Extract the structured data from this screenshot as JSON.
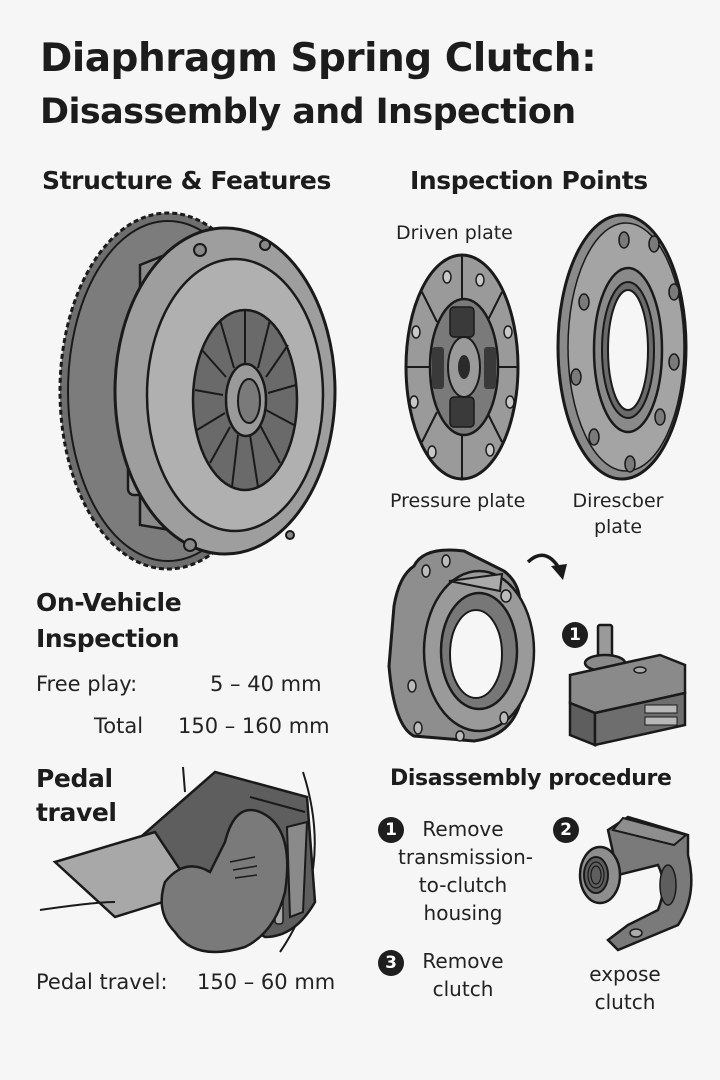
{
  "title": {
    "line1": "Diaphragm Spring Clutch:",
    "line2": "Disassembly and Inspection"
  },
  "sections": {
    "structure": {
      "heading": "Structure & Features",
      "illustration": "clutch-flywheel-assembly-icon"
    },
    "inspection_points": {
      "heading": "Inspection Points",
      "labels": {
        "driven_plate": "Driven plate",
        "pressure_plate": "Pressure plate",
        "third_plate_line1": "Direscber",
        "third_plate_line2": "plate"
      },
      "illustrations": [
        "driven-plate-disc-icon",
        "flange-plate-ring-icon",
        "clutch-housing-icon",
        "release-actuator-icon",
        "rotate-arrow-icon"
      ],
      "housing_badge": "1"
    },
    "on_vehicle": {
      "heading_line1": "On-Vehicle",
      "heading_line2": "Inspection",
      "specs": [
        {
          "label": "Free play:",
          "value": "5 – 40 mm"
        },
        {
          "label": "Total",
          "value": "150 – 160 mm"
        }
      ]
    },
    "pedal": {
      "heading_line1": "Pedal",
      "heading_line2": "travel",
      "spec_label": "Pedal travel:",
      "spec_value": "150 – 60 mm",
      "illustration": "foot-on-pedal-icon"
    },
    "disassembly": {
      "heading": "Disassembly procedure",
      "steps": [
        {
          "number": "1",
          "lines": [
            "Remove",
            "transmission-",
            "to-clutch",
            "housing"
          ]
        },
        {
          "number": "2",
          "lines": [
            "expose",
            "clutch"
          ]
        },
        {
          "number": "3",
          "lines": [
            "Remove",
            "clutch"
          ]
        }
      ],
      "illustration": "release-fork-bearing-icon"
    }
  },
  "colors": {
    "background": "#f6f6f6",
    "text": "#1c1c1c",
    "metal_light": "#a8a8a8",
    "metal_mid": "#8a8a8a",
    "metal_dark": "#5e5e5e",
    "outline": "#1a1a1a"
  }
}
